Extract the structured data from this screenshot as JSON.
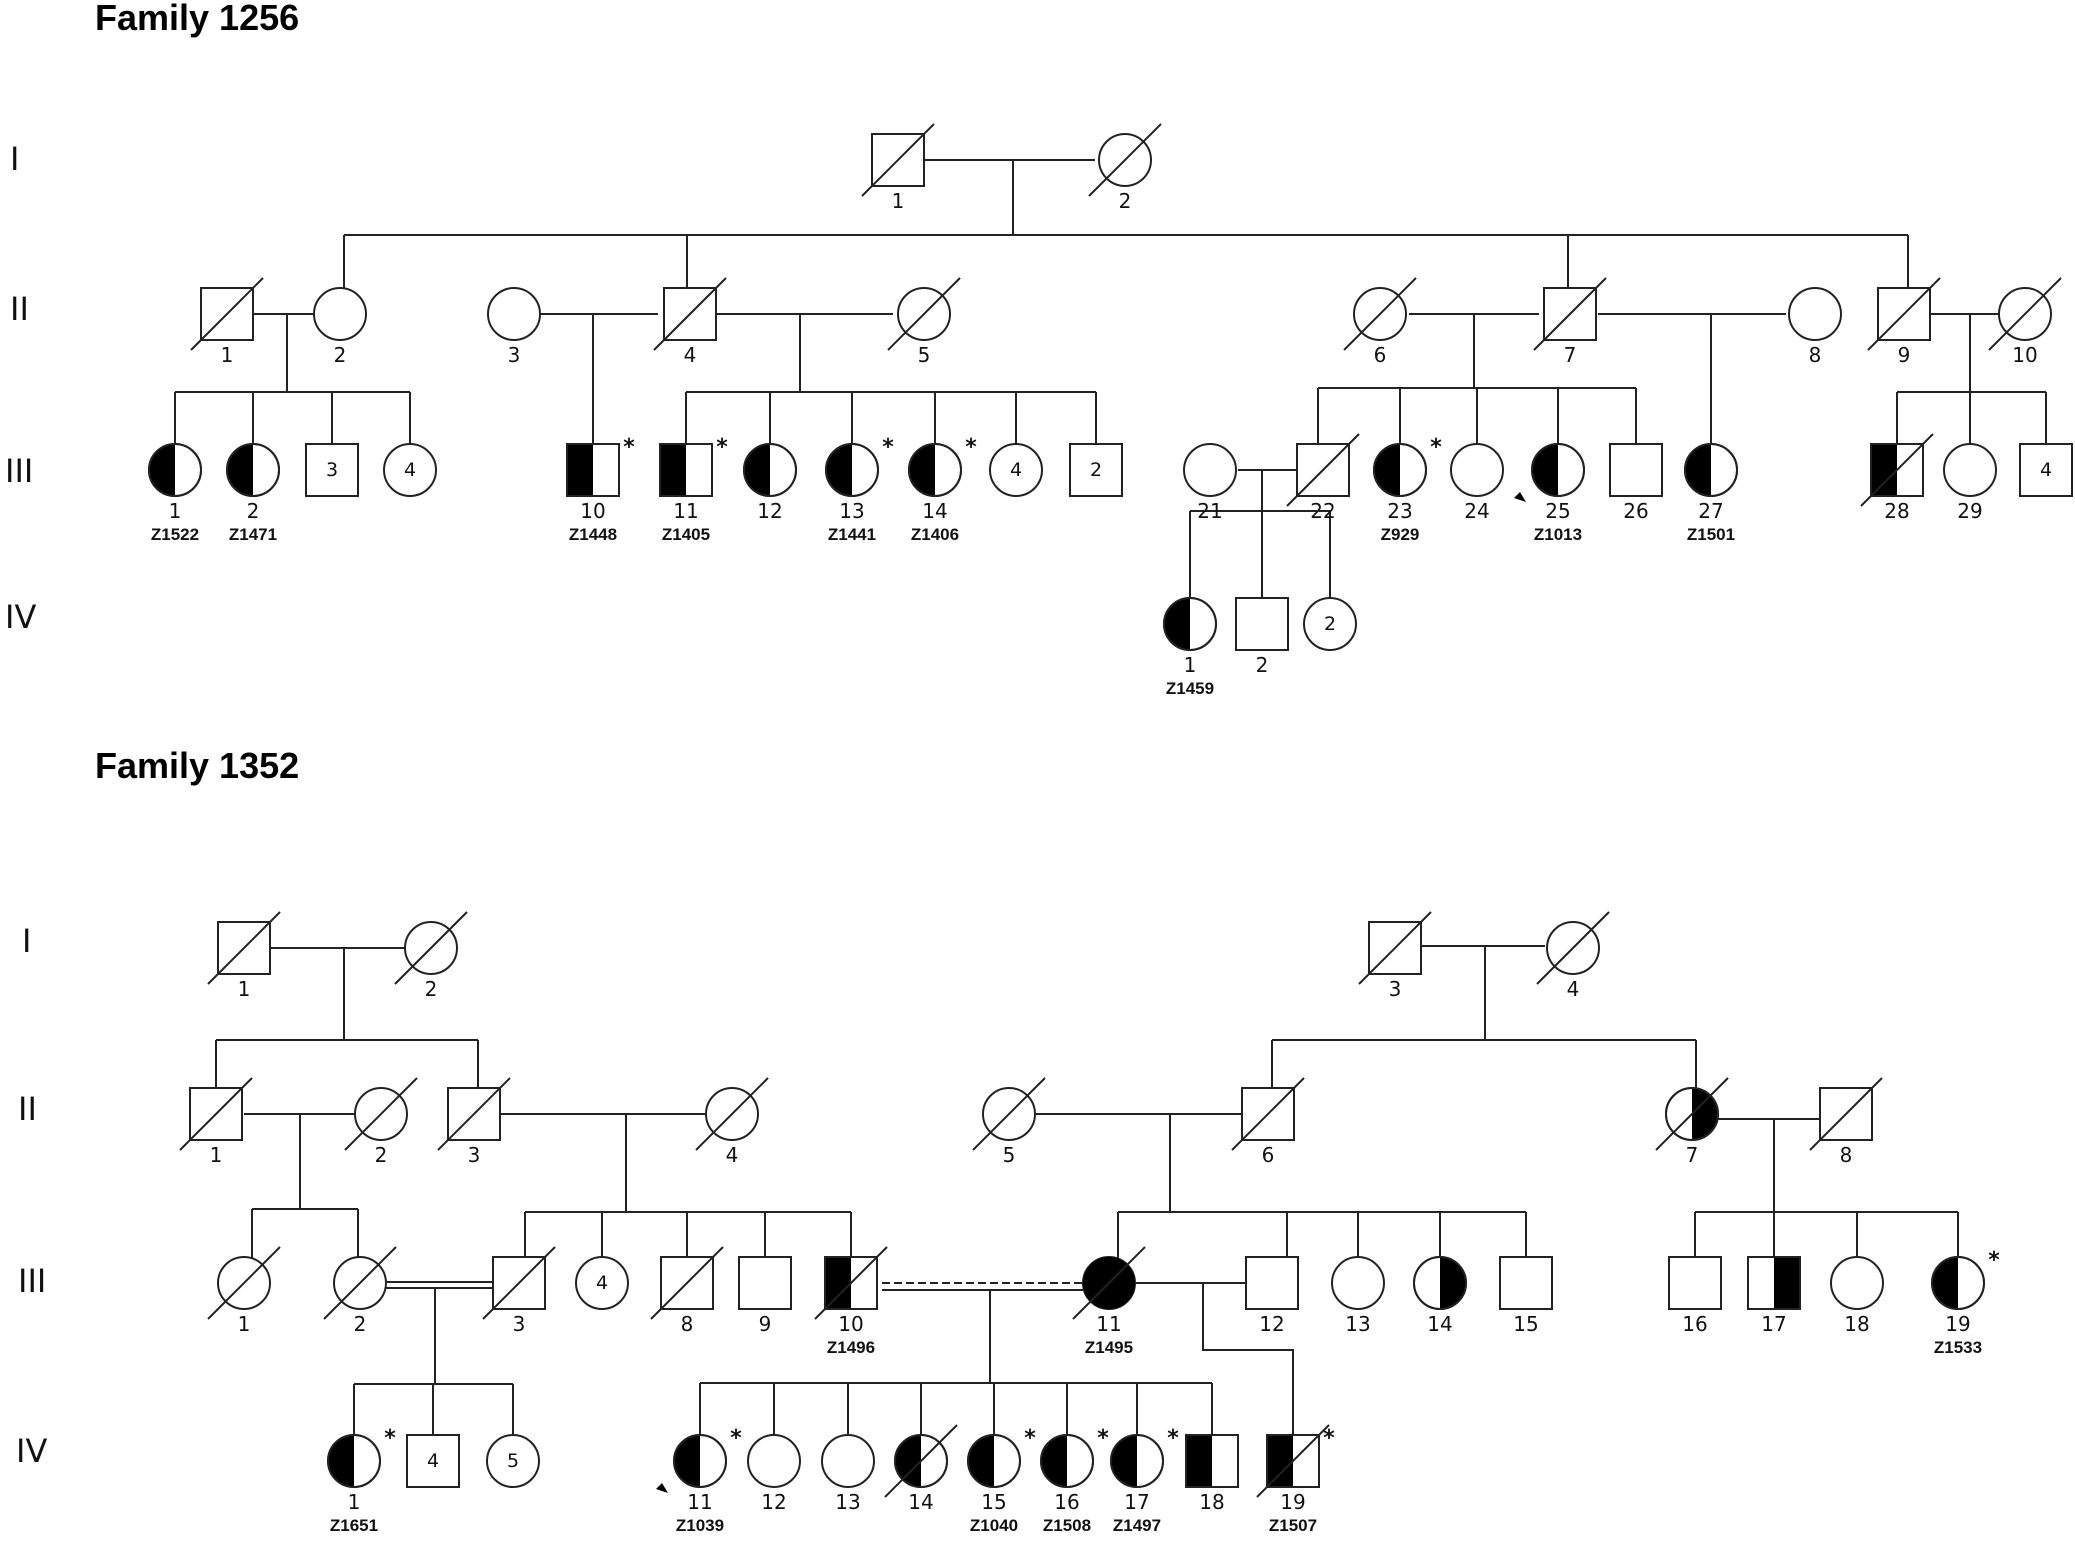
{
  "families": [
    {
      "title": "Family 1256",
      "generations": [
        "I",
        "II",
        "III",
        "IV"
      ],
      "individuals": [
        {
          "gen": "I",
          "num": "1",
          "sex": "male",
          "deceased": true
        },
        {
          "gen": "I",
          "num": "2",
          "sex": "female",
          "deceased": true
        },
        {
          "gen": "II",
          "num": "1",
          "sex": "male",
          "deceased": true
        },
        {
          "gen": "II",
          "num": "2",
          "sex": "female"
        },
        {
          "gen": "II",
          "num": "3",
          "sex": "female"
        },
        {
          "gen": "II",
          "num": "4",
          "sex": "male",
          "deceased": true
        },
        {
          "gen": "II",
          "num": "5",
          "sex": "female",
          "deceased": true
        },
        {
          "gen": "II",
          "num": "6",
          "sex": "female",
          "deceased": true
        },
        {
          "gen": "II",
          "num": "7",
          "sex": "male",
          "deceased": true
        },
        {
          "gen": "II",
          "num": "8",
          "sex": "female"
        },
        {
          "gen": "II",
          "num": "9",
          "sex": "male",
          "deceased": true
        },
        {
          "gen": "II",
          "num": "10",
          "sex": "female",
          "deceased": true
        },
        {
          "gen": "III",
          "num": "1",
          "sex": "female",
          "affected": "left",
          "id": "Z1522"
        },
        {
          "gen": "III",
          "num": "2",
          "sex": "female",
          "affected": "left",
          "id": "Z1471"
        },
        {
          "gen": "III",
          "num": "",
          "sex": "male",
          "count": "3"
        },
        {
          "gen": "III",
          "num": "",
          "sex": "female",
          "count": "4"
        },
        {
          "gen": "III",
          "num": "10",
          "sex": "male",
          "affected": "left",
          "id": "Z1448",
          "star": true
        },
        {
          "gen": "III",
          "num": "11",
          "sex": "male",
          "affected": "left",
          "id": "Z1405",
          "star": true
        },
        {
          "gen": "III",
          "num": "12",
          "sex": "female",
          "affected": "left"
        },
        {
          "gen": "III",
          "num": "13",
          "sex": "female",
          "affected": "left",
          "id": "Z1441",
          "star": true
        },
        {
          "gen": "III",
          "num": "14",
          "sex": "female",
          "affected": "left",
          "id": "Z1406",
          "star": true
        },
        {
          "gen": "III",
          "num": "",
          "sex": "female",
          "count": "4"
        },
        {
          "gen": "III",
          "num": "",
          "sex": "male",
          "count": "2"
        },
        {
          "gen": "III",
          "num": "21",
          "sex": "female"
        },
        {
          "gen": "III",
          "num": "22",
          "sex": "male",
          "deceased": true
        },
        {
          "gen": "III",
          "num": "23",
          "sex": "female",
          "affected": "left",
          "id": "Z929",
          "star": true
        },
        {
          "gen": "III",
          "num": "24",
          "sex": "female"
        },
        {
          "gen": "III",
          "num": "25",
          "sex": "female",
          "affected": "left",
          "id": "Z1013",
          "proband": true
        },
        {
          "gen": "III",
          "num": "26",
          "sex": "male"
        },
        {
          "gen": "III",
          "num": "27",
          "sex": "female",
          "affected": "left",
          "id": "Z1501"
        },
        {
          "gen": "III",
          "num": "28",
          "sex": "male",
          "affected": "left",
          "deceased": true
        },
        {
          "gen": "III",
          "num": "29",
          "sex": "female"
        },
        {
          "gen": "III",
          "num": "",
          "sex": "male",
          "count": "4"
        },
        {
          "gen": "IV",
          "num": "1",
          "sex": "female",
          "affected": "left",
          "id": "Z1459"
        },
        {
          "gen": "IV",
          "num": "2",
          "sex": "male"
        },
        {
          "gen": "IV",
          "num": "",
          "sex": "female",
          "count": "2"
        }
      ]
    },
    {
      "title": "Family 1352",
      "generations": [
        "I",
        "II",
        "III",
        "IV"
      ],
      "individuals": [
        {
          "gen": "I",
          "num": "1",
          "sex": "male",
          "deceased": true
        },
        {
          "gen": "I",
          "num": "2",
          "sex": "female",
          "deceased": true
        },
        {
          "gen": "I",
          "num": "3",
          "sex": "male",
          "deceased": true
        },
        {
          "gen": "I",
          "num": "4",
          "sex": "female",
          "deceased": true
        },
        {
          "gen": "II",
          "num": "1",
          "sex": "male",
          "deceased": true
        },
        {
          "gen": "II",
          "num": "2",
          "sex": "female",
          "deceased": true
        },
        {
          "gen": "II",
          "num": "3",
          "sex": "male",
          "deceased": true
        },
        {
          "gen": "II",
          "num": "4",
          "sex": "female",
          "deceased": true
        },
        {
          "gen": "II",
          "num": "5",
          "sex": "female",
          "deceased": true
        },
        {
          "gen": "II",
          "num": "6",
          "sex": "male",
          "deceased": true
        },
        {
          "gen": "II",
          "num": "7",
          "sex": "female",
          "affected": "right",
          "deceased": true
        },
        {
          "gen": "II",
          "num": "8",
          "sex": "male",
          "deceased": true
        },
        {
          "gen": "III",
          "num": "1",
          "sex": "female",
          "deceased": true
        },
        {
          "gen": "III",
          "num": "2",
          "sex": "female",
          "deceased": true
        },
        {
          "gen": "III",
          "num": "3",
          "sex": "male",
          "deceased": true
        },
        {
          "gen": "III",
          "num": "",
          "sex": "female",
          "count": "4"
        },
        {
          "gen": "III",
          "num": "8",
          "sex": "male",
          "deceased": true
        },
        {
          "gen": "III",
          "num": "9",
          "sex": "male"
        },
        {
          "gen": "III",
          "num": "10",
          "sex": "male",
          "affected": "left",
          "deceased": true,
          "id": "Z1496"
        },
        {
          "gen": "III",
          "num": "11",
          "sex": "female",
          "affected": "full",
          "deceased": true,
          "id": "Z1495"
        },
        {
          "gen": "III",
          "num": "12",
          "sex": "male"
        },
        {
          "gen": "III",
          "num": "13",
          "sex": "female"
        },
        {
          "gen": "III",
          "num": "14",
          "sex": "female",
          "affected": "right"
        },
        {
          "gen": "III",
          "num": "15",
          "sex": "male"
        },
        {
          "gen": "III",
          "num": "16",
          "sex": "male"
        },
        {
          "gen": "III",
          "num": "17",
          "sex": "male",
          "affected": "right"
        },
        {
          "gen": "III",
          "num": "18",
          "sex": "female"
        },
        {
          "gen": "III",
          "num": "19",
          "sex": "female",
          "affected": "left",
          "id": "Z1533",
          "star": true
        },
        {
          "gen": "IV",
          "num": "1",
          "sex": "female",
          "affected": "left",
          "id": "Z1651",
          "star": true
        },
        {
          "gen": "IV",
          "num": "",
          "sex": "male",
          "count": "4"
        },
        {
          "gen": "IV",
          "num": "",
          "sex": "female",
          "count": "5"
        },
        {
          "gen": "IV",
          "num": "11",
          "sex": "female",
          "affected": "left",
          "id": "Z1039",
          "star": true,
          "proband": true
        },
        {
          "gen": "IV",
          "num": "12",
          "sex": "female"
        },
        {
          "gen": "IV",
          "num": "13",
          "sex": "female"
        },
        {
          "gen": "IV",
          "num": "14",
          "sex": "female",
          "affected": "left",
          "deceased": true
        },
        {
          "gen": "IV",
          "num": "15",
          "sex": "female",
          "affected": "left",
          "id": "Z1040",
          "star": true
        },
        {
          "gen": "IV",
          "num": "16",
          "sex": "female",
          "affected": "left",
          "id": "Z1508",
          "star": true
        },
        {
          "gen": "IV",
          "num": "17",
          "sex": "female",
          "affected": "left",
          "id": "Z1497",
          "star": true
        },
        {
          "gen": "IV",
          "num": "18",
          "sex": "male",
          "affected": "left"
        },
        {
          "gen": "IV",
          "num": "19",
          "sex": "male",
          "affected": "left",
          "deceased": true,
          "id": "Z1507",
          "star": true
        }
      ]
    }
  ]
}
